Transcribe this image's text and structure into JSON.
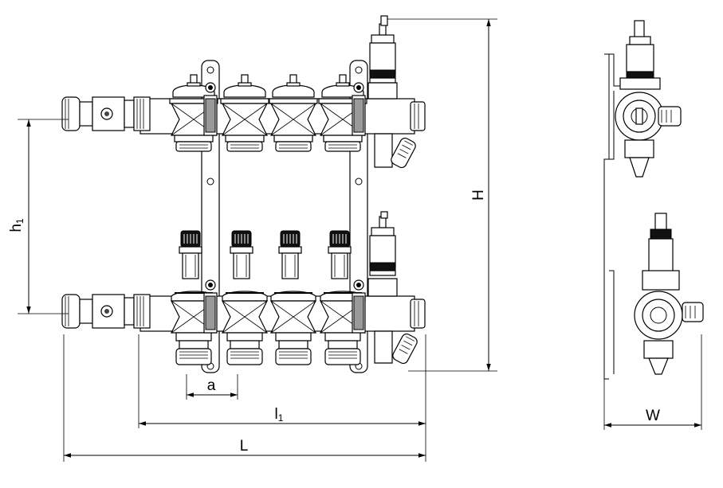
{
  "dimensions": {
    "h": "h",
    "h_sub": "1",
    "H": "H",
    "a": "a",
    "l": "l",
    "l_sub": "1",
    "L": "L",
    "W": "W"
  }
}
